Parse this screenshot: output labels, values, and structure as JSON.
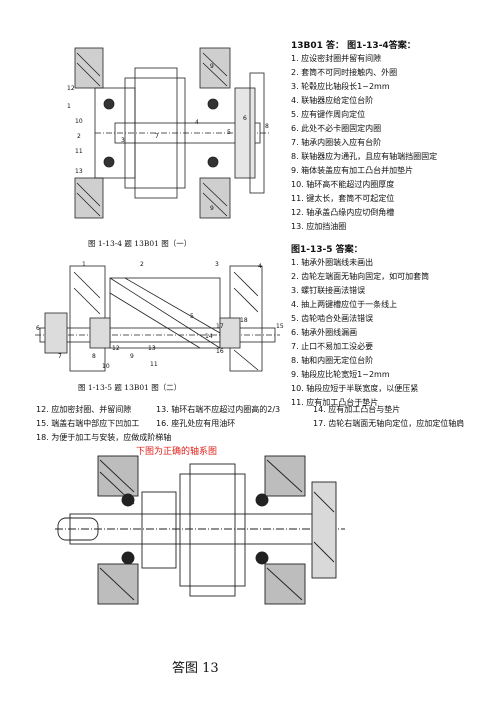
{
  "section1": {
    "heading": "13B01 答： 图1-13-4答案：",
    "items": [
      "1.  应设密封圈并留有间隙",
      "2.  套筒不可同时接触内、外圈",
      "3.  轮毂应比轴段长1~2mm",
      "4.  联轴器应给定位台阶",
      "5.  应有键作周向定位",
      "6.  此处不必卡圈固定内圈",
      "7.  轴承内圈装入应有台阶",
      "8.  联轴器应为通孔，且应有轴端挡圈固定",
      "9.  箱体装盖应有加工凸台并加垫片",
      "10.  轴环高不能超过内圈厚度",
      "11.  键太长，套筒不可起定位",
      "12.  轴承盖凸缘内应切倒角槽",
      "13.  应加挡油圈"
    ]
  },
  "section2": {
    "heading": "图1-13-5 答案：",
    "items": [
      "1.  轴承外圈端线未画出",
      "2.  齿轮左端面无轴向固定，如可加套筒",
      "3.  螺钉联接画法错误",
      "4.  抽上两键槽应位于一条线上",
      "5.  齿轮啮合处画法错误",
      "6.  轴承外圈线漏画",
      "7.  止口不易加工没必要",
      "8.  轴和内圈无定位台阶",
      "9.  轴段应比轮宽短1~2mm",
      "10.  轴段应短于半联宽度，以便压紧",
      "11.  应有加工凸台于垫片"
    ],
    "bottom_rows": [
      [
        "12.  应加密封圈、并留间隙",
        "13.  轴环右端不应超过内圈高的2/3",
        "14.  应有加工凸台与垫片"
      ],
      [
        "15.  端盖右端中部应下凹加工",
        "16.  座孔处应有甩油环",
        "17.  齿轮右端面无轴向定位，应加定位轴肩"
      ],
      [
        "18.  为便于加工与安装，应做成阶梯轴",
        "",
        ""
      ]
    ]
  },
  "figures": {
    "fig1_caption": "图 1-13-4  题 13B01 图（一）",
    "fig2_caption": "图 1-13-5  题 13B01 图（二）",
    "fig1_labels": [
      "12",
      "1",
      "10",
      "2",
      "11",
      "3",
      "4",
      "7",
      "5",
      "6",
      "13",
      "8",
      "9",
      "7"
    ],
    "fig2_labels": [
      "1",
      "2",
      "3",
      "4",
      "5",
      "6",
      "7",
      "8",
      "9",
      "10",
      "11",
      "12",
      "13",
      "14",
      "15",
      "16",
      "17",
      "18"
    ],
    "correct_caption": "下图为正确的轴系图",
    "answer_label": "答图 13"
  },
  "colors": {
    "text": "#111111",
    "accent_red": "#e0201a"
  }
}
